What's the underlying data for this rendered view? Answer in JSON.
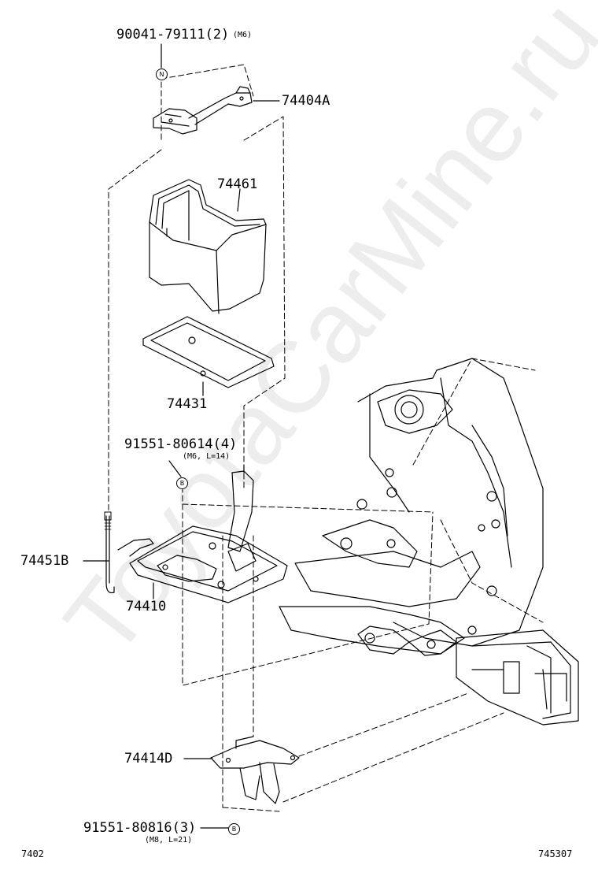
{
  "watermark": "ToyotaCarMine.ru",
  "labels": {
    "p90041": "90041-79111(2)",
    "p90041_note": "(M6)",
    "p74404A": "74404A",
    "p74461": "74461",
    "p74431": "74431",
    "p91551a": "91551-80614(4)",
    "p91551a_note": "(M6, L=14)",
    "p74451B": "74451B",
    "p74410": "74410",
    "p74414D": "74414D",
    "p91551b": "91551-80816(3)",
    "p91551b_note": "(M8, L=21)"
  },
  "marks": {
    "n": "N",
    "b1": "B",
    "b2": "B"
  },
  "corners": {
    "left": "7402",
    "right": "745307"
  }
}
